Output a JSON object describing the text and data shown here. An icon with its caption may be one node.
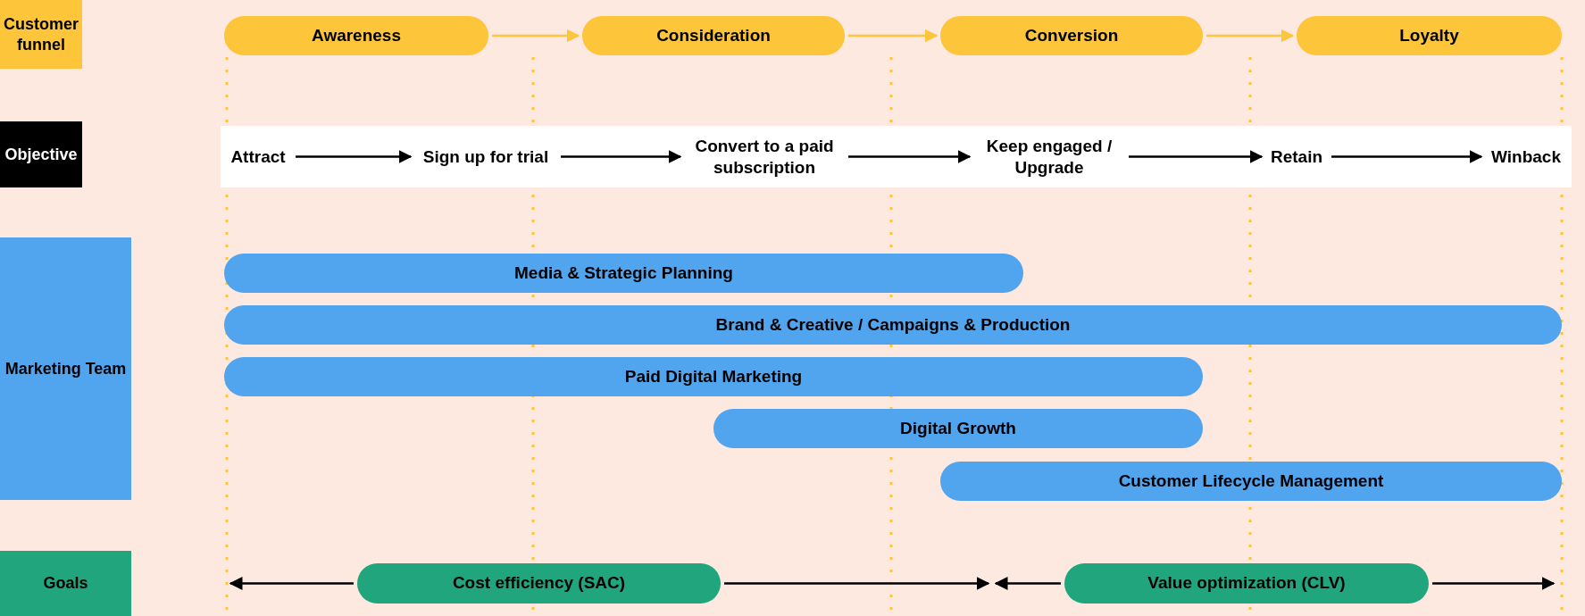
{
  "diagram": {
    "nodes": [
      {
        "text": [
          "Customer funnel"
        ]
      },
      {
        "text": [
          "Awareness"
        ]
      },
      {
        "text": [
          "Consideration"
        ]
      },
      {
        "text": [
          "Conversion"
        ]
      },
      {
        "text": [
          "Loyalty"
        ]
      },
      {
        "text": [
          "Objective"
        ]
      },
      {
        "text": [],
        "shape": "box"
      },
      {
        "text": [
          "Attract"
        ],
        "in": 6
      },
      {
        "text": [
          "Sign up for trial"
        ],
        "in": 6
      },
      {
        "text": [
          "Convert to a paid subscription"
        ],
        "in": 6
      },
      {
        "text": [
          "Keep engaged / Upgrade"
        ],
        "in": 6
      },
      {
        "text": [
          "Retain"
        ],
        "in": 6
      },
      {
        "text": [
          "Winback"
        ],
        "in": 6
      },
      {
        "text": [
          "Marketing Team"
        ]
      },
      {
        "text": [
          "Media & Strategic Planning"
        ]
      },
      {
        "text": [
          "Brand & Creative / Campaigns & Production"
        ]
      },
      {
        "text": [
          "Paid Digital Marketing"
        ]
      },
      {
        "text": [
          "Digital Growth"
        ]
      },
      {
        "text": [
          "Customer Lifecycle Management"
        ]
      },
      {
        "text": [
          "Goals"
        ]
      },
      {
        "text": [
          "Cost efficiency (SAC)"
        ]
      },
      {
        "text": [
          "Value optimization (CLV)"
        ]
      }
    ],
    "edges": [
      {
        "from": 1,
        "to": 2,
        "arrow": "to",
        "color": "#fdc53a"
      },
      {
        "from": 2,
        "to": 3,
        "arrow": "to",
        "color": "#fdc53a"
      },
      {
        "from": 3,
        "to": 4,
        "arrow": "to",
        "color": "#fdc53a"
      },
      {
        "from": 7,
        "to": 8,
        "arrow": "to"
      },
      {
        "from": 8,
        "to": 9,
        "arrow": "to"
      },
      {
        "from": 9,
        "to": 10,
        "arrow": "to"
      },
      {
        "from": 10,
        "to": 11,
        "arrow": "to"
      },
      {
        "from": 11,
        "to": 12,
        "arrow": "to"
      },
      {
        "from": 20,
        "to": null,
        "arrow": "to"
      },
      {
        "from": 20,
        "to": null,
        "arrow": "to"
      },
      {
        "from": 21,
        "to": null,
        "arrow": "to"
      },
      {
        "from": 21,
        "to": null,
        "arrow": "to"
      }
    ]
  }
}
